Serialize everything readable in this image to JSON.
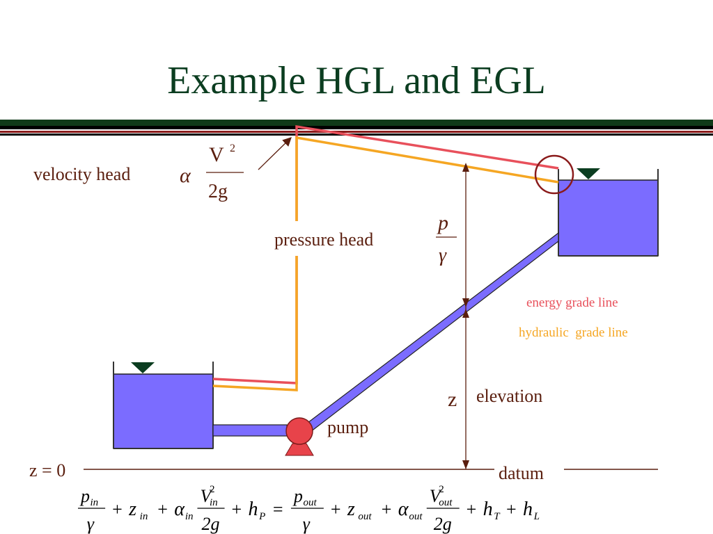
{
  "title": "Example HGL and EGL",
  "labels": {
    "velocity_head": "velocity head",
    "pressure_head": "pressure head",
    "energy_grade_line": "energy grade line",
    "hydraulic_grade_line": "hydraulic  grade line",
    "z": "z",
    "elevation": "elevation",
    "pump": "pump",
    "z_zero": "z = 0",
    "datum": "datum"
  },
  "formulas": {
    "velocity_head": {
      "alpha": "α",
      "numerator": "V",
      "exponent": "2",
      "denominator": "2g"
    },
    "pressure_head": {
      "numerator": "p",
      "denominator": "γ"
    }
  },
  "energy_equation": {
    "terms": [
      {
        "num": "p",
        "num_sub": "in",
        "den": "γ"
      },
      {
        "op": "+"
      },
      {
        "sym": "z",
        "sub": "in"
      },
      {
        "op": "+"
      },
      {
        "sym": "α",
        "sub": "in"
      },
      {
        "num": "V",
        "num_sub": "in",
        "num_sup": "2",
        "den": "2g"
      },
      {
        "op": "+"
      },
      {
        "sym": "h",
        "sub": "P"
      },
      {
        "op": "="
      },
      {
        "num": "p",
        "num_sub": "out",
        "den": "γ"
      },
      {
        "op": "+"
      },
      {
        "sym": "z",
        "sub": "out"
      },
      {
        "op": "+"
      },
      {
        "sym": "α",
        "sub": "out"
      },
      {
        "num": "V",
        "num_sub": "out",
        "num_sup": "2",
        "den": "2g"
      },
      {
        "op": "+"
      },
      {
        "sym": "h",
        "sub": "T"
      },
      {
        "op": "+"
      },
      {
        "sym": "h",
        "sub": "L"
      }
    ]
  },
  "colors": {
    "title": "#0b3d20",
    "text": "#5a1e0e",
    "egl": "#e8505b",
    "hgl": "#f5a623",
    "water": "#7b6cff",
    "pump": "#e8434a",
    "water_marker": "#0b3d20"
  }
}
